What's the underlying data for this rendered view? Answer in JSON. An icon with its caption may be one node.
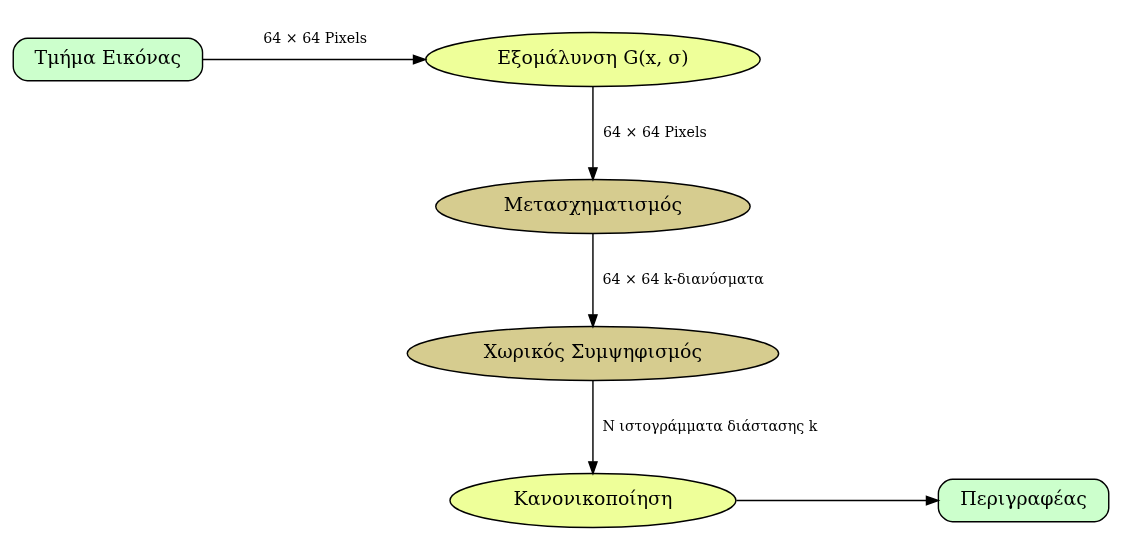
{
  "diagram": {
    "nodes": [
      {
        "text": [
          "Τμήμα Εικόνας"
        ]
      },
      {
        "text": [
          "Εξομάλυνση G(x, σ)"
        ]
      },
      {
        "text": [
          "Μετασχηματισμός"
        ]
      },
      {
        "text": [
          "Χωρικός Συμψηφισμός"
        ]
      },
      {
        "text": [
          "Κανονικοποίηση"
        ]
      },
      {
        "text": [
          "Περιγραφέας"
        ]
      }
    ],
    "edges": [
      {
        "from": 0,
        "to": 1,
        "arrow": "to",
        "label": "64 × 64 Pixels"
      },
      {
        "from": 1,
        "to": 2,
        "arrow": "to",
        "label": "64 × 64 Pixels"
      },
      {
        "from": 2,
        "to": 3,
        "arrow": "to",
        "label": "64 × 64 k-διανύσματα"
      },
      {
        "from": 3,
        "to": 4,
        "arrow": "to",
        "label": "N ιστογράμματα διάστασης k"
      },
      {
        "from": 4,
        "to": 5,
        "arrow": "to"
      }
    ]
  }
}
